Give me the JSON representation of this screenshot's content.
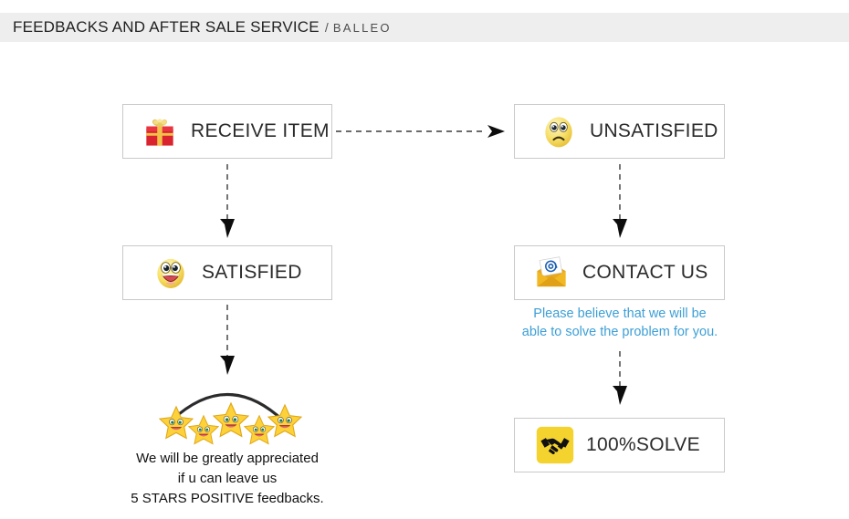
{
  "header": {
    "title": "FEEDBACKS AND AFTER SALE SERVICE",
    "separator": "/",
    "brand": "BALLEO",
    "background_color": "#eeeeee"
  },
  "flow": {
    "boxes": [
      {
        "id": "receive-item",
        "label": "RECEIVE ITEM",
        "icon": "gift-box-icon"
      },
      {
        "id": "unsatisfied",
        "label": "UNSATISFIED",
        "icon": "sad-face-icon"
      },
      {
        "id": "satisfied",
        "label": "SATISFIED",
        "icon": "happy-face-icon"
      },
      {
        "id": "contact-us",
        "label": "CONTACT US",
        "icon": "email-envelope-icon"
      },
      {
        "id": "solve",
        "label": "100%SOLVE",
        "icon": "handshake-icon"
      }
    ],
    "connectors": [
      {
        "from": "receive-item",
        "to": "unsatisfied",
        "style": "dashed",
        "direction": "right"
      },
      {
        "from": "receive-item",
        "to": "satisfied",
        "style": "dashed",
        "direction": "down"
      },
      {
        "from": "unsatisfied",
        "to": "contact-us",
        "style": "dashed",
        "direction": "down"
      },
      {
        "from": "satisfied",
        "to": "stars",
        "style": "dashed",
        "direction": "down"
      },
      {
        "from": "contact-us",
        "to": "solve",
        "style": "dashed",
        "direction": "down"
      }
    ]
  },
  "notes": {
    "contact_note_color": "#3d9fd6",
    "contact_note_line1": "Please believe that we will be",
    "contact_note_line2": "able to solve the problem for you.",
    "feedback_note_line1": "We will be greatly appreciated",
    "feedback_note_line2": "if u can leave us",
    "feedback_note_line3": "5 STARS POSITIVE feedbacks."
  },
  "rating": {
    "star_count": 5,
    "star_color": "#ffd23f",
    "arc_color": "#2b2b2b"
  }
}
